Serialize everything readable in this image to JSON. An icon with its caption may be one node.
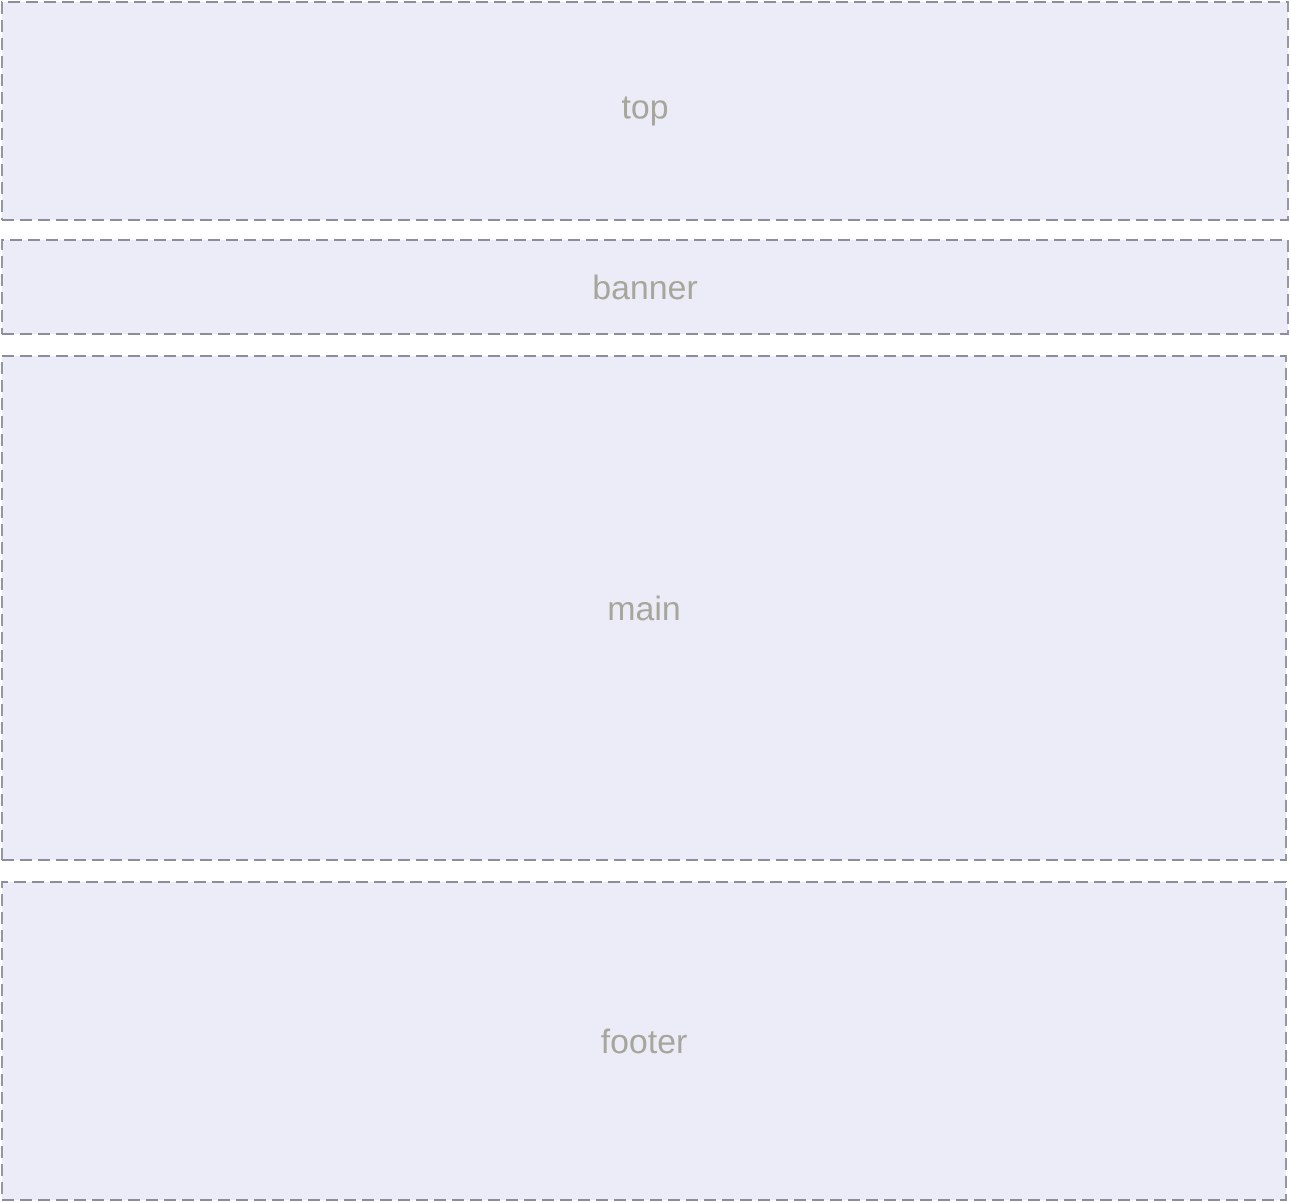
{
  "diagram": {
    "nodes": [
      {
        "text": [
          "top"
        ]
      },
      {
        "text": [
          "banner"
        ]
      },
      {
        "text": [
          "main"
        ]
      },
      {
        "text": [
          "footer"
        ]
      }
    ]
  }
}
